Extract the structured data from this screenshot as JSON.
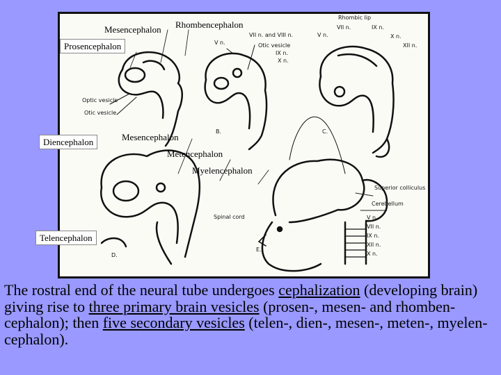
{
  "labels": {
    "mesencephalon_top": "Mesencephalon",
    "rhombencephalon": "Rhombencephalon",
    "prosencephalon": "Prosencephalon",
    "diencephalon": "Diencephalon",
    "mesencephalon_mid": "Mesencephalon",
    "metencephalon": "Metencephalon",
    "myelencephalon": "Myelencephalon",
    "telencephalon": "Telencephalon"
  },
  "figure_text": {
    "optic_vesicle_a": "Optic vesicle",
    "otic_vesicle_a": "Otic vesicle",
    "vii_viii": "VII n. and VIII n.",
    "v_n_b": "V n.",
    "otic_vesicle_b": "Otic vesicle",
    "ix_n_b": "IX n.",
    "x_n_b": "X n.",
    "letter_b": "B.",
    "rhombic_lip": "Rhombic lip",
    "v_n_c": "V n.",
    "vii_n_c": "VII n.",
    "ix_n_c": "IX n.",
    "x_n_c": "X n.",
    "xii_n_c": "XII n.",
    "letter_c": "C.",
    "spinal_cord": "Spinal cord",
    "letter_d": "D.",
    "superior_colliculus": "Superior colliculus",
    "cerebellum": "Cerebellum",
    "v_n_e": "V n.",
    "vii_n_e": "VII n.",
    "ix_n_e": "IX n.",
    "xii_n_e": "XII n.",
    "x_n_e": "X n.",
    "letter_e": "E."
  },
  "caption": {
    "p1": "The rostral end of the neural tube undergoes ",
    "u1": "cephalization",
    "p2": " (developing brain) giving rise to ",
    "u2": "three primary brain vesicles",
    "p3": " (prosen-, mesen- and rhomben- cephalon); then ",
    "u3": "five secondary vesicles",
    "p4": " (telen-, dien-, mesen-, meten-, myelen- cephalon)."
  }
}
